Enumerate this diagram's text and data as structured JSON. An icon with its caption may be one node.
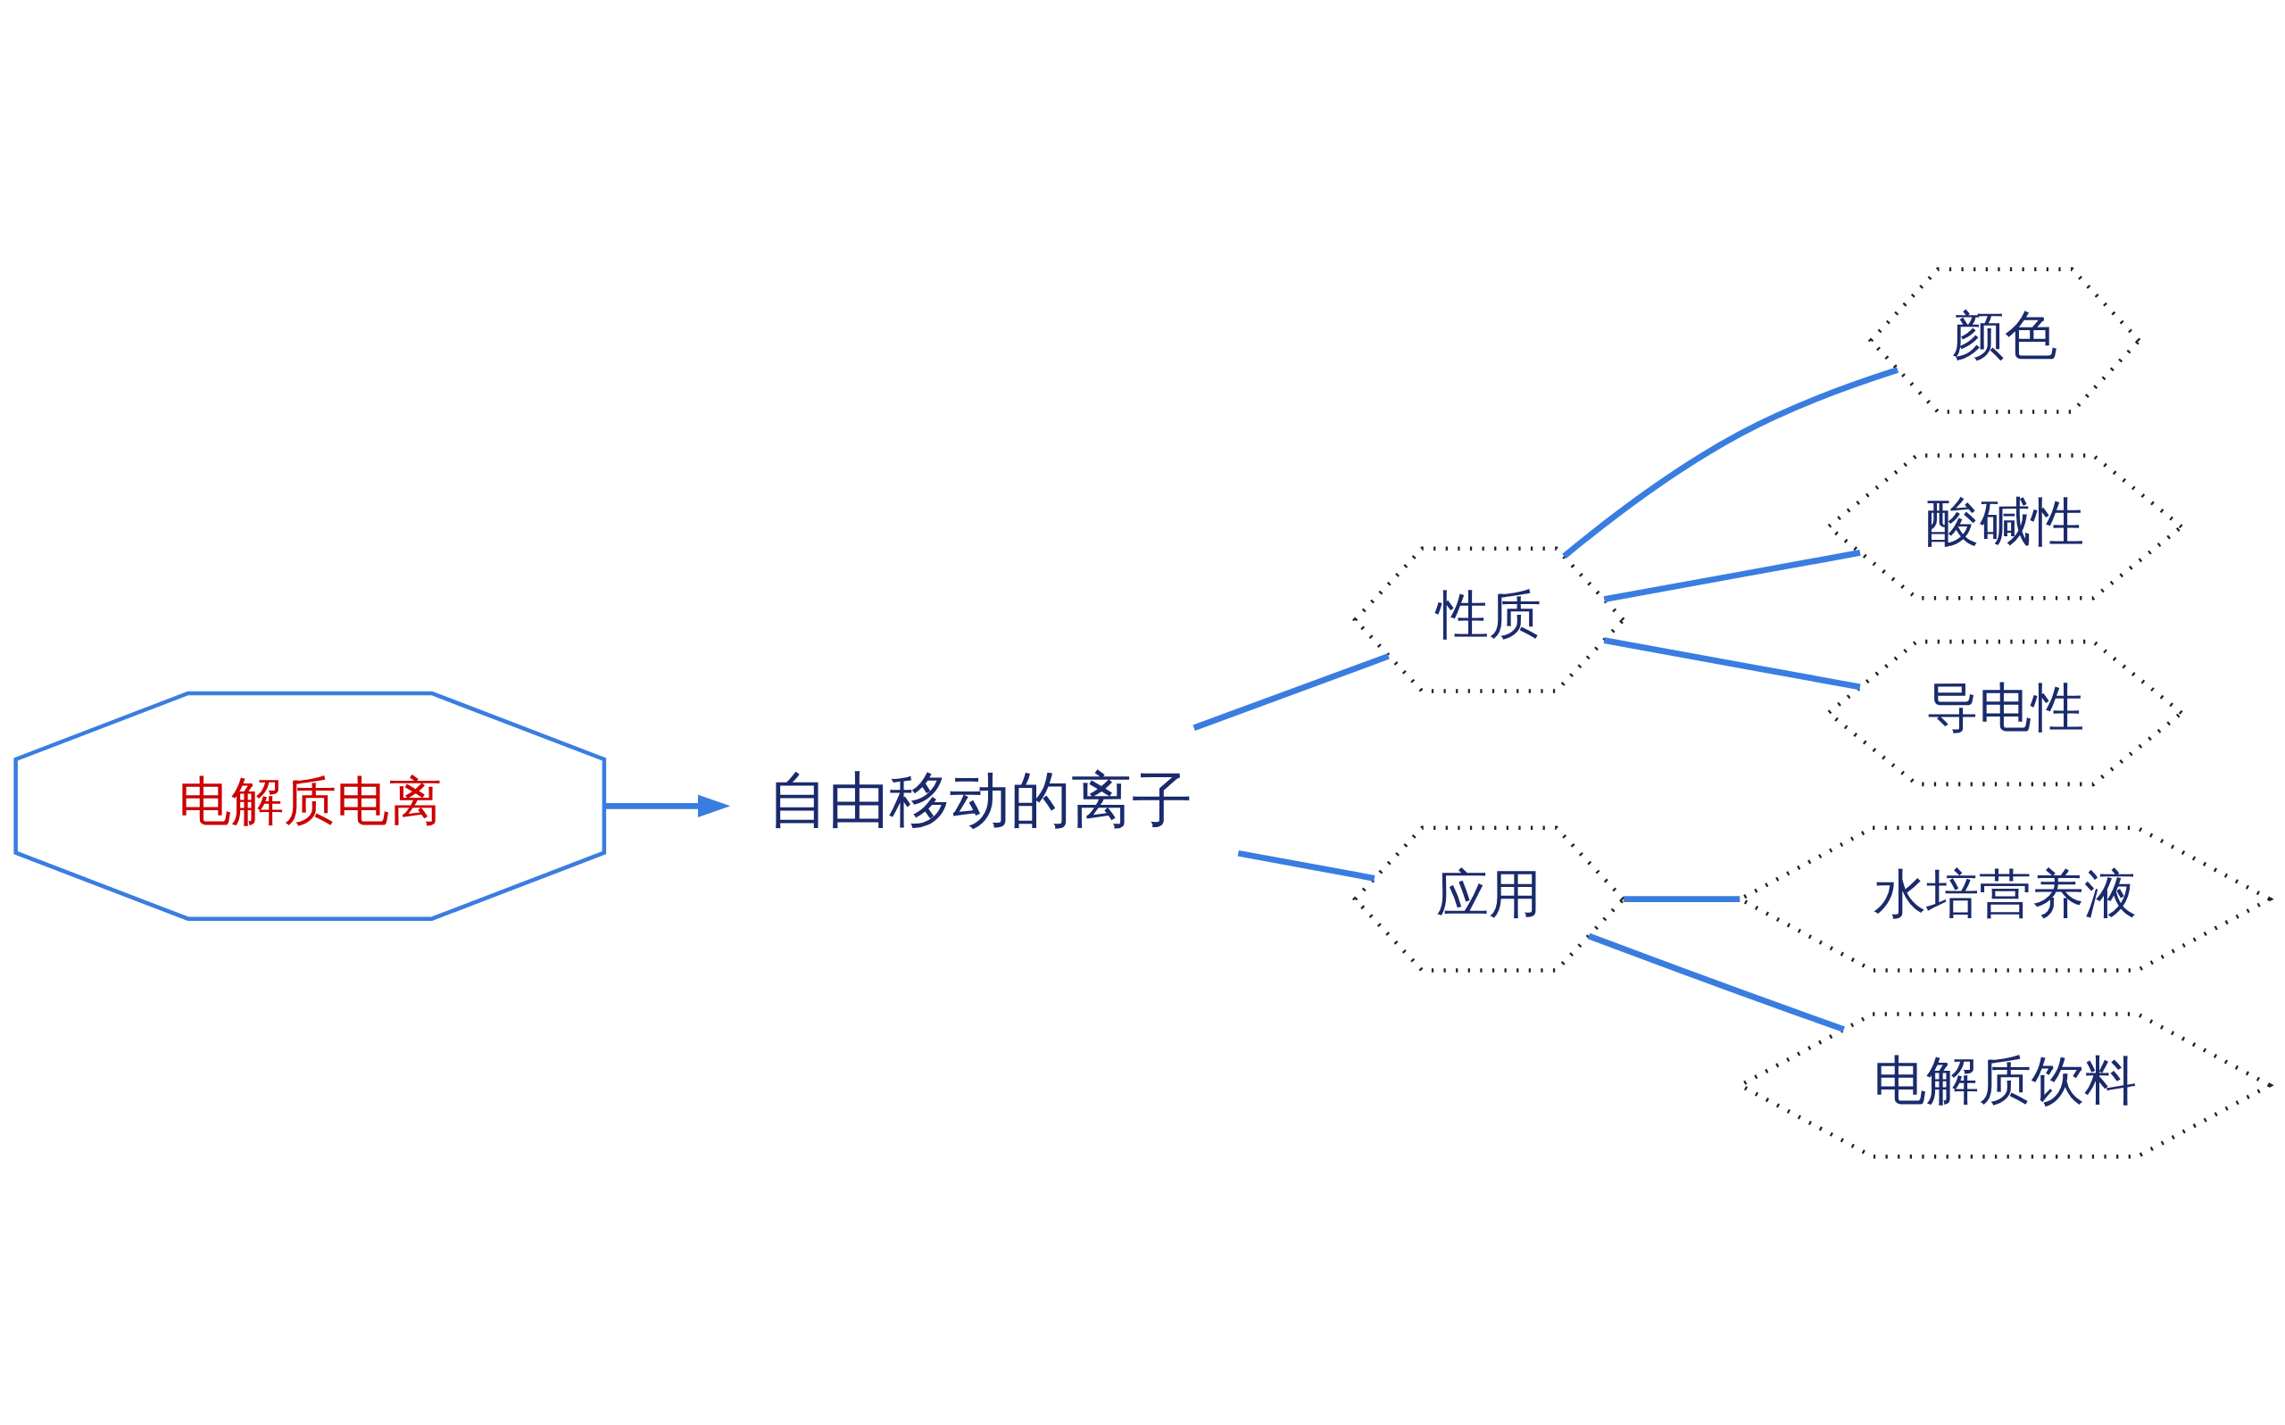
{
  "diagram": {
    "nodes": [
      {
        "text": [
          "电解质电离"
        ]
      },
      {
        "text": [
          "自由移动的离子"
        ]
      },
      {
        "text": [
          "性质"
        ]
      },
      {
        "text": [
          "颜色"
        ]
      },
      {
        "text": [
          "酸碱性"
        ]
      },
      {
        "text": [
          "导电性"
        ]
      },
      {
        "text": [
          "应用"
        ]
      },
      {
        "text": [
          "水培营养液"
        ]
      },
      {
        "text": [
          "电解质饮料"
        ]
      }
    ],
    "edges": [
      {
        "from": 0,
        "to": 1,
        "arrow": "to"
      },
      {
        "from": 1,
        "to": 2,
        "arrow": "none"
      },
      {
        "from": 1,
        "to": 6,
        "arrow": "none"
      },
      {
        "from": 2,
        "to": 3,
        "arrow": "none"
      },
      {
        "from": 2,
        "to": 4,
        "arrow": "none"
      },
      {
        "from": 2,
        "to": 5,
        "arrow": "none"
      },
      {
        "from": 6,
        "to": 7,
        "arrow": "none"
      },
      {
        "from": 6,
        "to": 8,
        "arrow": "none"
      }
    ]
  }
}
